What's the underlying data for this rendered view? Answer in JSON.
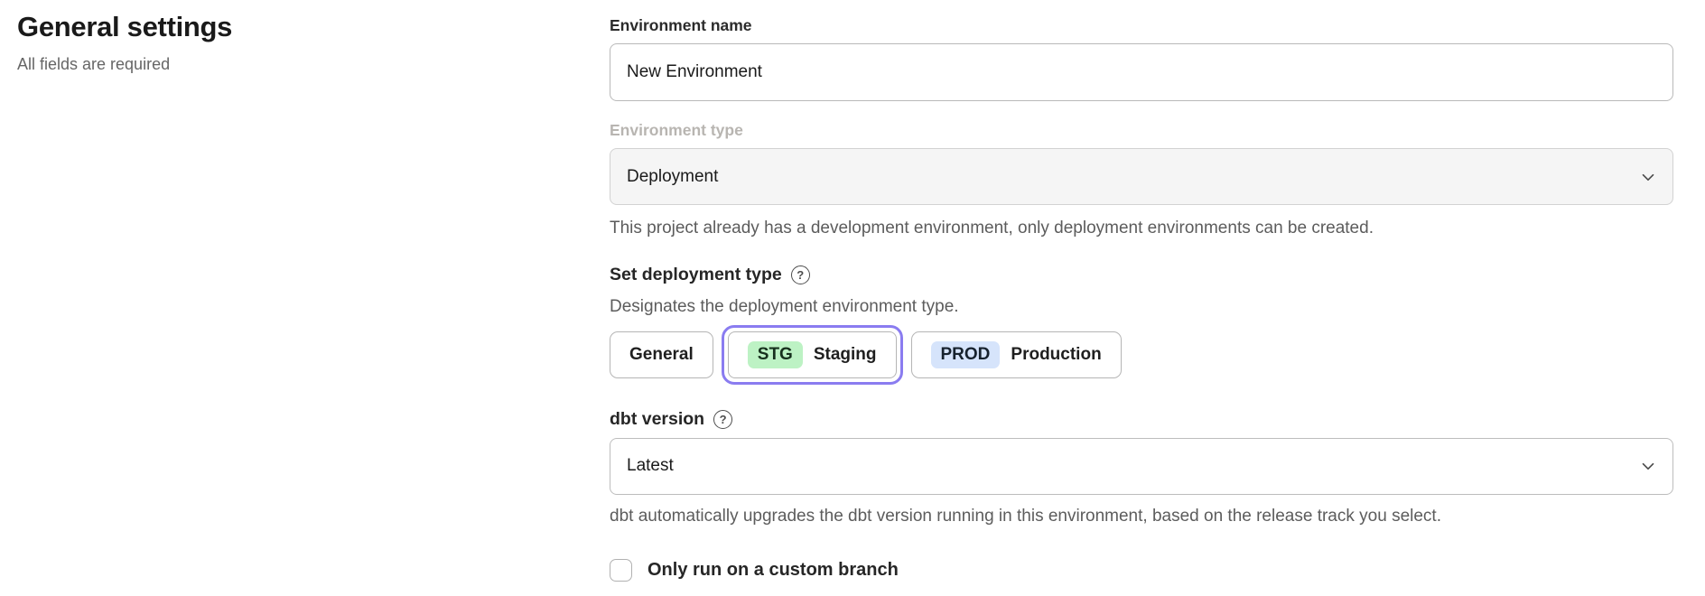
{
  "page": {
    "title": "General settings",
    "subtitle": "All fields are required"
  },
  "form": {
    "environment_name": {
      "label": "Environment name",
      "value": "New Environment"
    },
    "environment_type": {
      "label": "Environment type",
      "value": "Deployment",
      "disabled": true,
      "helper": "This project already has a development environment, only deployment environments can be created."
    },
    "deployment_type": {
      "label": "Set deployment type",
      "helper": "Designates the deployment environment type.",
      "options": [
        {
          "label": "General",
          "badge": "",
          "selected": false
        },
        {
          "label": "Staging",
          "badge": "STG",
          "selected": true
        },
        {
          "label": "Production",
          "badge": "PROD",
          "selected": false
        }
      ]
    },
    "dbt_version": {
      "label": "dbt version",
      "value": "Latest",
      "helper": "dbt automatically upgrades the dbt version running in this environment, based on the release track you select."
    },
    "custom_branch": {
      "label": "Only run on a custom branch",
      "checked": false
    }
  },
  "icons": {
    "help_glyph": "?",
    "chevron_down": "chevron-down",
    "checkbox_unchecked": "empty-rounded-square"
  },
  "colors": {
    "selected_ring_purple": "#8a7cf0",
    "badge_staging_green": "#bdf2c4",
    "badge_production_blue": "#d6e4fb",
    "disabled_field_bg": "#f5f5f5",
    "field_border": "#b9b9b9",
    "helper_text": "#5c5c5c",
    "disabled_label": "#b8b5b1",
    "heading_text": "#1a1a1a"
  }
}
